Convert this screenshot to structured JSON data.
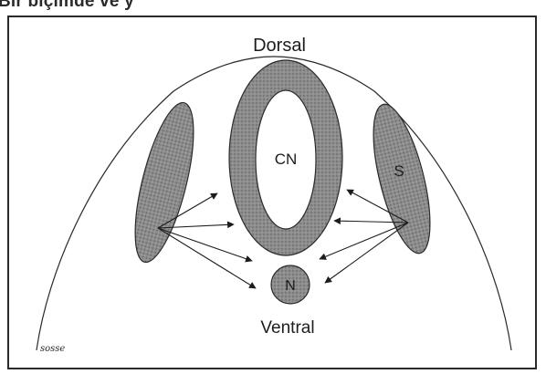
{
  "caption": "Bir biçimde ve y",
  "figure": {
    "label_dorsal": "Dorsal",
    "label_ventral": "Ventral",
    "label_cn": "CN",
    "label_s": "S",
    "label_n": "N",
    "signature": "sosse"
  },
  "colors": {
    "stroke": "#2a2a2a",
    "shaded_fill": "#8c8c8c",
    "background": "#ffffff"
  }
}
